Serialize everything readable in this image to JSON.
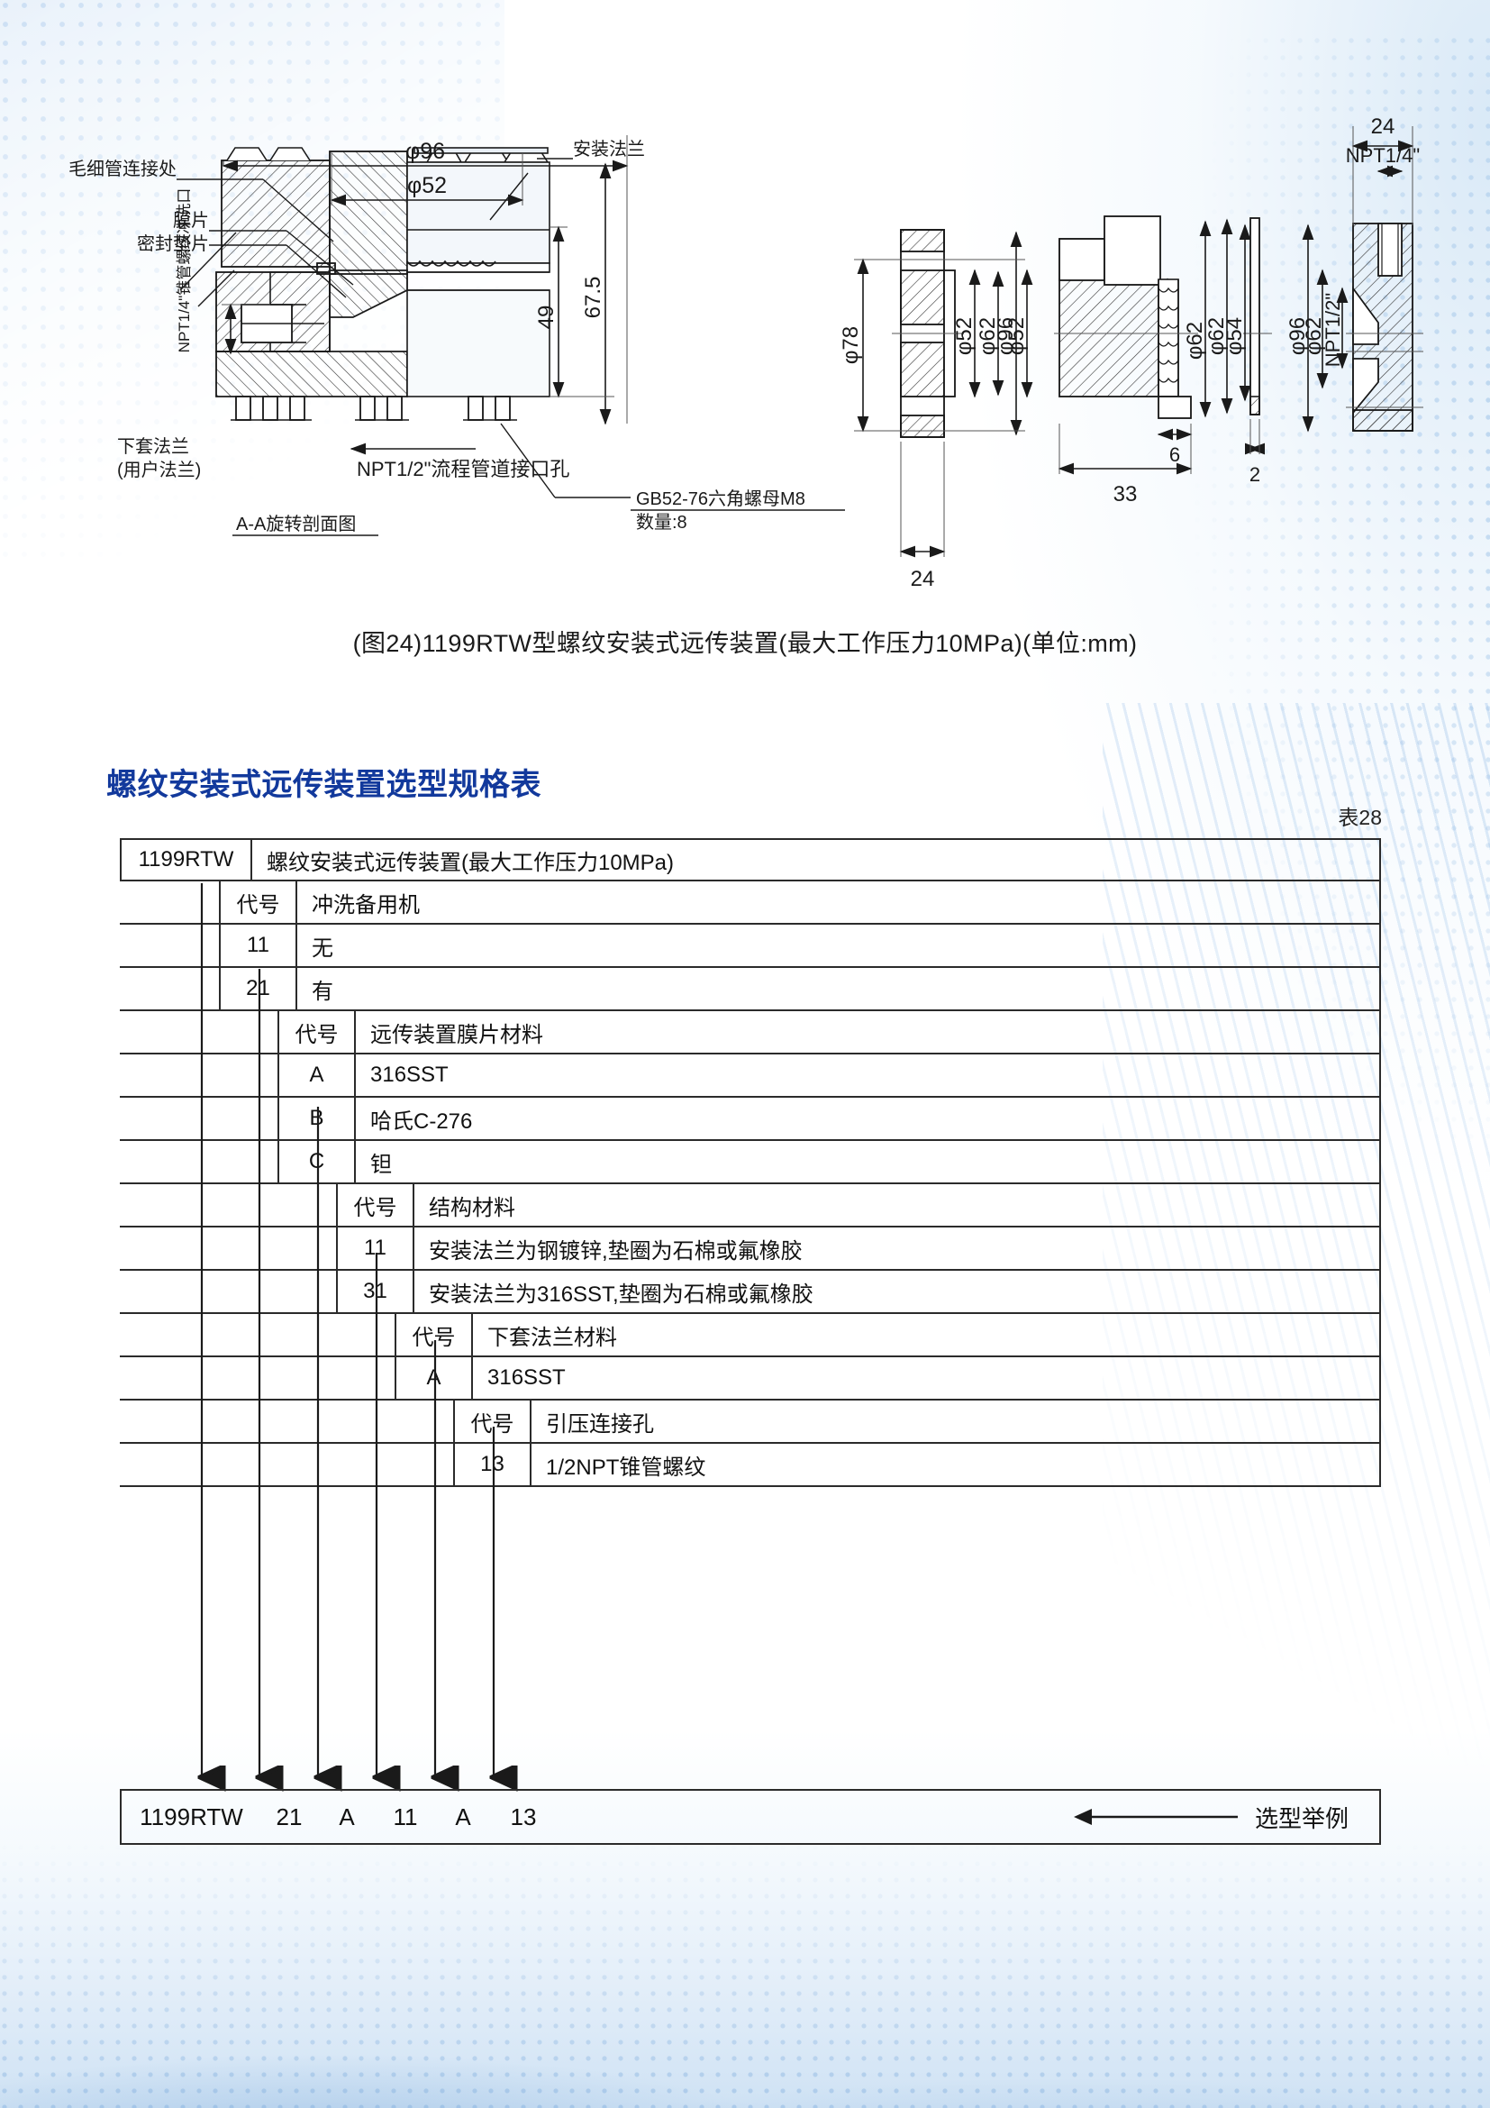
{
  "figure": {
    "caption": "(图24)1199RTW型螺纹安装式远传装置(最大工作压力10MPa)(单位:mm)",
    "section_view_label": "A-A旋转剖面图",
    "left_view": {
      "labels": {
        "capillary": "毛细管连接处",
        "diaphragm": "膜片",
        "gasket": "密封垫片",
        "flush_port": "NPT1/4\"锥管螺纹冲洗口",
        "mounting_flange": "安装法兰",
        "lower_flange_l1": "下套法兰",
        "lower_flange_l2": "(用户法兰)",
        "process_port": "NPT1/2\"流程管道接口孔",
        "nut_l1": "GB52-76六角螺母M8",
        "nut_l2": "数量:8"
      },
      "dims": {
        "d96": "φ96",
        "d52": "φ52",
        "h49": "49",
        "h675": "67.5"
      }
    },
    "view_a": {
      "d78": "φ78",
      "d52": "φ52",
      "d62": "φ62",
      "d96": "φ96",
      "t24": "24"
    },
    "view_b": {
      "d52": "φ52",
      "d62": "φ62",
      "w33": "33",
      "w6": "6"
    },
    "view_c": {
      "d62": "φ62",
      "d54": "φ54",
      "t2": "2"
    },
    "view_d": {
      "t24": "24",
      "npt14": "NPT1/4\"",
      "npt12": "NPT1/2\"",
      "d96": "φ96",
      "d62": "φ62"
    }
  },
  "section": {
    "heading": "螺纹安装式远传装置选型规格表",
    "table_number": "表28"
  },
  "spec_table": {
    "model_code": "1199RTW",
    "model_desc": "螺纹安装式远传装置(最大工作压力10MPa)",
    "groups": [
      {
        "header_code": "代号",
        "header_desc": "冲洗备用机",
        "rows": [
          {
            "code": "11",
            "desc": "无"
          },
          {
            "code": "21",
            "desc": "有"
          }
        ]
      },
      {
        "header_code": "代号",
        "header_desc": "远传装置膜片材料",
        "rows": [
          {
            "code": "A",
            "desc": "316SST"
          },
          {
            "code": "B",
            "desc": "哈氏C-276"
          },
          {
            "code": "C",
            "desc": "钽"
          }
        ]
      },
      {
        "header_code": "代号",
        "header_desc": "结构材料",
        "rows": [
          {
            "code": "11",
            "desc": "安装法兰为钢镀锌,垫圈为石棉或氟橡胶"
          },
          {
            "code": "31",
            "desc": "安装法兰为316SST,垫圈为石棉或氟橡胶"
          }
        ]
      },
      {
        "header_code": "代号",
        "header_desc": "下套法兰材料",
        "rows": [
          {
            "code": "A",
            "desc": "316SST"
          }
        ]
      },
      {
        "header_code": "代号",
        "header_desc": "引压连接孔",
        "rows": [
          {
            "code": "13",
            "desc": "1/2NPT锥管螺纹"
          }
        ]
      }
    ]
  },
  "example": {
    "tokens": [
      "1199RTW",
      "21",
      "A",
      "11",
      "A",
      "13"
    ],
    "label": "选型举例"
  },
  "colors": {
    "heading_blue": "#12399c",
    "rule": "#2b2b2b",
    "text": "#1a1a1a",
    "hatch": "#333333",
    "tint": "#eef5fb"
  }
}
